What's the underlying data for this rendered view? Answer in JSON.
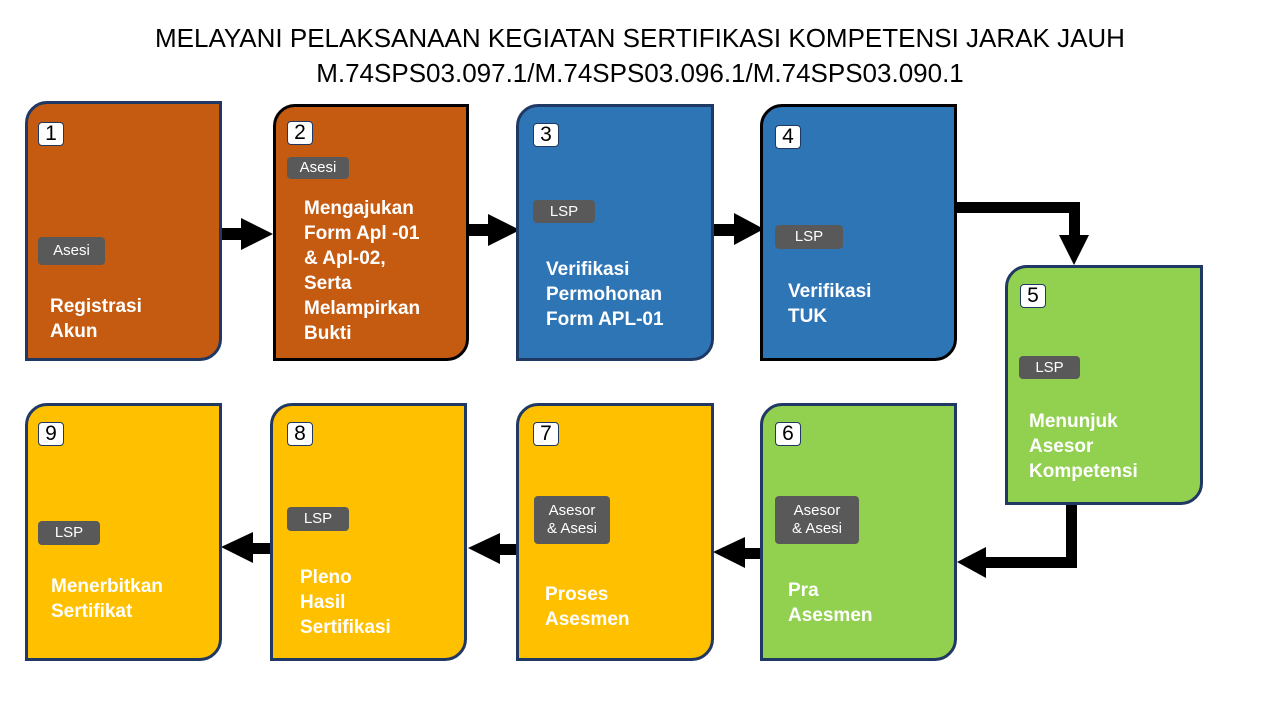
{
  "title": {
    "line1": "MELAYANI PELAKSANAAN KEGIATAN SERTIFIKASI KOMPETENSI JARAK JAUH",
    "line2": "M.74SPS03.097.1/M.74SPS03.096.1/M.74SPS03.090.1"
  },
  "colors": {
    "orange": "#C55A11",
    "blue": "#2E75B6",
    "green": "#92D050",
    "yellow": "#FFC000",
    "tag": "#595959",
    "border": "#1F3864"
  },
  "steps": [
    {
      "num": "1",
      "role": "Asesi",
      "text": "Registrasi\nAkun"
    },
    {
      "num": "2",
      "role": "Asesi",
      "text": "Mengajukan\nForm Apl -01\n& Apl-02,\nSerta\nMelampirkan\nBukti"
    },
    {
      "num": "3",
      "role": "LSP",
      "text": "Verifikasi\nPermohonan\nForm APL-01"
    },
    {
      "num": "4",
      "role": "LSP",
      "text": "Verifikasi\nTUK"
    },
    {
      "num": "5",
      "role": "LSP",
      "text": "Menunjuk\nAsesor\nKompetensi"
    },
    {
      "num": "6",
      "role": "Asesor\n& Asesi",
      "text": "Pra\nAsesmen"
    },
    {
      "num": "7",
      "role": "Asesor\n& Asesi",
      "text": "Proses\nAsesmen"
    },
    {
      "num": "8",
      "role": "LSP",
      "text": "Pleno\nHasil\nSertifikasi"
    },
    {
      "num": "9",
      "role": "LSP",
      "text": "Menerbitkan\nSertifikat"
    }
  ]
}
